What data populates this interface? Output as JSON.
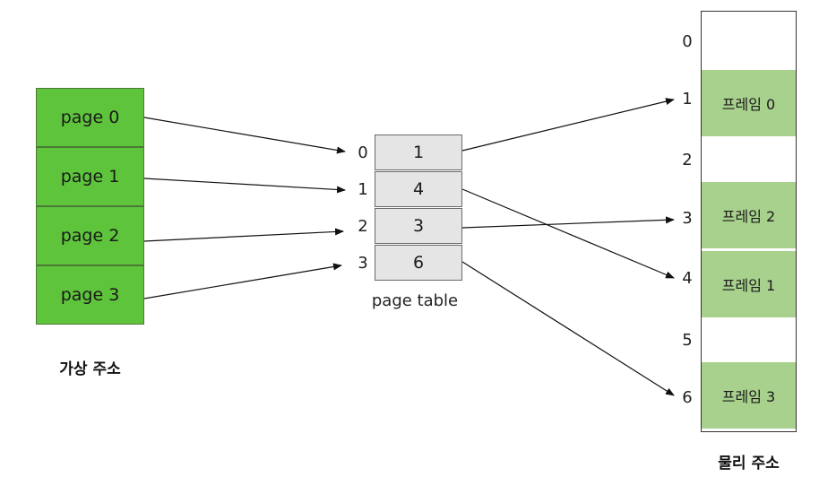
{
  "virtual_memory": {
    "pages": [
      "page 0",
      "page 1",
      "page 2",
      "page 3"
    ],
    "caption": "가상 주소",
    "fill_color": "#5ec43b"
  },
  "page_table": {
    "indices": [
      "0",
      "1",
      "2",
      "3"
    ],
    "entries": [
      "1",
      "4",
      "3",
      "6"
    ],
    "caption": "page table",
    "fill_color": "#e5e5e5"
  },
  "physical_memory": {
    "indices": [
      "0",
      "1",
      "2",
      "3",
      "4",
      "5",
      "6"
    ],
    "frames": [
      {
        "slot": 1,
        "label": "프레임 0"
      },
      {
        "slot": 3,
        "label": "프레임 2"
      },
      {
        "slot": 4,
        "label": "프레임 1"
      },
      {
        "slot": 6,
        "label": "프레임 3"
      }
    ],
    "caption": "물리 주소",
    "fill_color": "#a8d18d"
  }
}
